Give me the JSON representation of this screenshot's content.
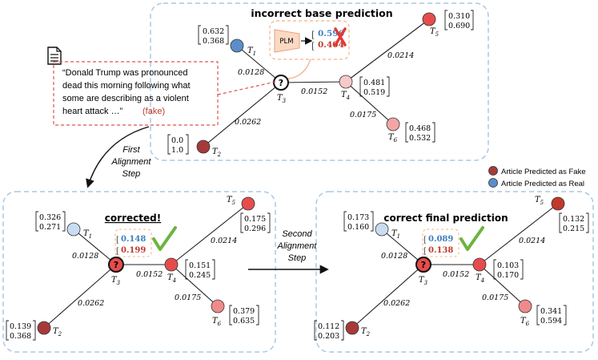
{
  "top": {
    "title": "incorrect base prediction",
    "plm_label": "PLM",
    "pred_real": "0.596",
    "pred_fake": "0.404",
    "nodes": {
      "T1": {
        "label": "T",
        "sub": "1",
        "v1": "0.632",
        "v2": "0.368"
      },
      "T2": {
        "label": "T",
        "sub": "2",
        "v1": "0.0",
        "v2": "1.0"
      },
      "T3": {
        "label": "T",
        "sub": "3",
        "q": "?"
      },
      "T4": {
        "label": "T",
        "sub": "4",
        "v1": "0.481",
        "v2": "0.519"
      },
      "T5": {
        "label": "T",
        "sub": "5",
        "v1": "0.310",
        "v2": "0.690"
      },
      "T6": {
        "label": "T",
        "sub": "6",
        "v1": "0.468",
        "v2": "0.532"
      }
    },
    "edges": {
      "e13": "0.0128",
      "e23": "0.0262",
      "e34": "0.0152",
      "e45": "0.0214",
      "e46": "0.0175"
    }
  },
  "article": {
    "line1": "“Donald Trump was pronounced",
    "line2": "dead this morning following what",
    "line3": "some are describing as a violent",
    "line4": "heart attack …”",
    "tag": "(fake)"
  },
  "step1": {
    "line1": "First",
    "line2": "Alignment",
    "line3": "Step"
  },
  "step2": {
    "line1": "Second",
    "line2": "Alignment",
    "line3": "Step"
  },
  "legend": {
    "fake": "Article Predicted as Fake",
    "real": "Article Predicted as Real"
  },
  "left": {
    "title": "corrected!",
    "pred_real": "0.148",
    "pred_fake": "0.199",
    "nodes": {
      "T1": {
        "label": "T",
        "sub": "1",
        "v1": "0.326",
        "v2": "0.271"
      },
      "T2": {
        "label": "T",
        "sub": "2",
        "v1": "0.139",
        "v2": "0.368"
      },
      "T3": {
        "label": "T",
        "sub": "3",
        "q": "?"
      },
      "T4": {
        "label": "T",
        "sub": "4",
        "v1": "0.151",
        "v2": "0.245"
      },
      "T5": {
        "label": "T",
        "sub": "5",
        "v1": "0.175",
        "v2": "0.296"
      },
      "T6": {
        "label": "T",
        "sub": "6",
        "v1": "0.379",
        "v2": "0.635"
      }
    },
    "edges": {
      "e13": "0.0128",
      "e23": "0.0262",
      "e34": "0.0152",
      "e45": "0.0214",
      "e46": "0.0175"
    }
  },
  "right": {
    "title": "correct final prediction",
    "pred_real": "0.089",
    "pred_fake": "0.138",
    "nodes": {
      "T1": {
        "label": "T",
        "sub": "1",
        "v1": "0.173",
        "v2": "0.160"
      },
      "T2": {
        "label": "T",
        "sub": "2",
        "v1": "0.112",
        "v2": "0.203"
      },
      "T3": {
        "label": "T",
        "sub": "3",
        "q": "?"
      },
      "T4": {
        "label": "T",
        "sub": "4",
        "v1": "0.103",
        "v2": "0.170"
      },
      "T5": {
        "label": "T",
        "sub": "5",
        "v1": "0.132",
        "v2": "0.215"
      },
      "T6": {
        "label": "T",
        "sub": "6",
        "v1": "0.341",
        "v2": "0.594"
      }
    },
    "edges": {
      "e13": "0.0128",
      "e23": "0.0262",
      "e34": "0.0152",
      "e45": "0.0214",
      "e46": "0.0175"
    }
  },
  "colors": {
    "panel_border": "#a9c9e6",
    "edge": "#222222",
    "fake_dark": "#a63a3a",
    "fake_mid": "#e74c4c",
    "fake_light": "#f3a5a5",
    "fake_pale": "#f7c9c9",
    "real_blue": "#5b8ec9",
    "real_pale": "#c9dcf2",
    "real_text": "#3f7fbf",
    "fake_text": "#c0392b",
    "article_border": "#e05252",
    "check": "#6db33f",
    "cross": "#e53935",
    "plm_fill": "#fbd9c2"
  }
}
